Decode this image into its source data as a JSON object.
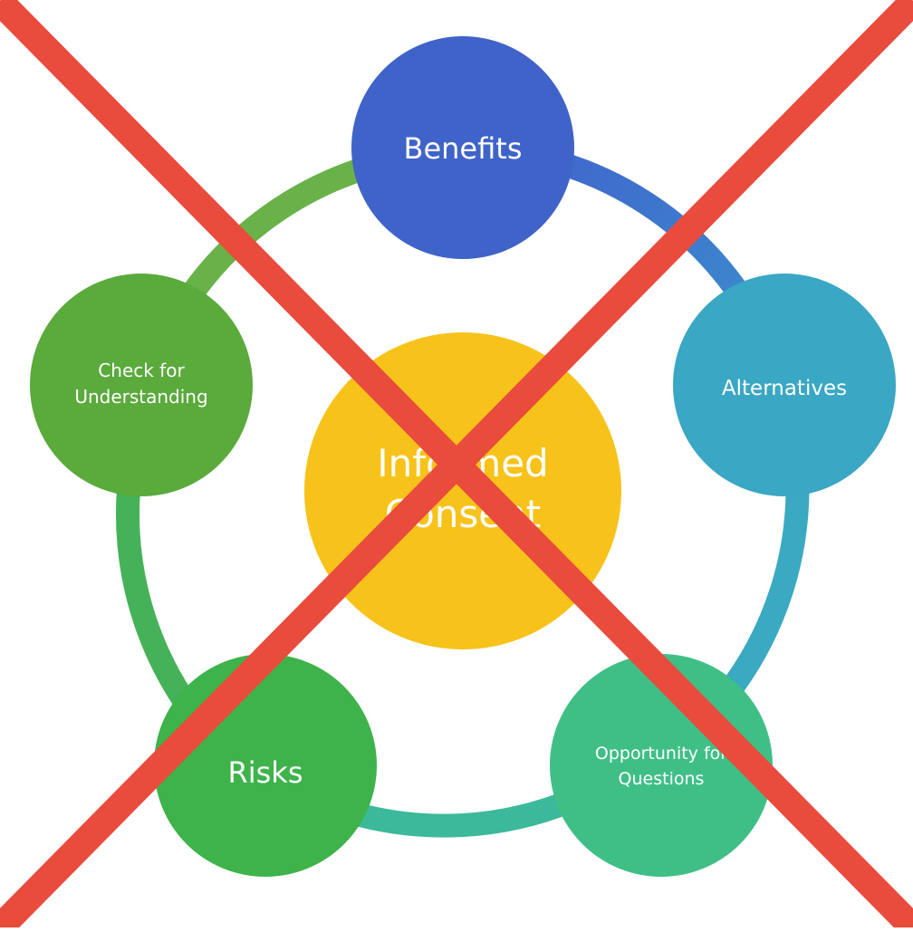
{
  "center": {
    "label_line1": "Informed",
    "label_line2": "Consent",
    "color": "#f7c21a"
  },
  "nodes": [
    {
      "id": "benefits",
      "lines": [
        "Benefits"
      ],
      "color": "#3f63c8"
    },
    {
      "id": "alternatives",
      "lines": [
        "Alternatives"
      ],
      "color": "#3aa7c4"
    },
    {
      "id": "opportunity",
      "lines": [
        "Opportunity for",
        "Questions"
      ],
      "color": "#3fbf86"
    },
    {
      "id": "risks",
      "lines": [
        "Risks"
      ],
      "color": "#3db34a"
    },
    {
      "id": "check",
      "lines": [
        "Check for",
        "Understanding"
      ],
      "color": "#5aaa3c"
    }
  ],
  "cross_out": {
    "color": "#e94b3c"
  }
}
